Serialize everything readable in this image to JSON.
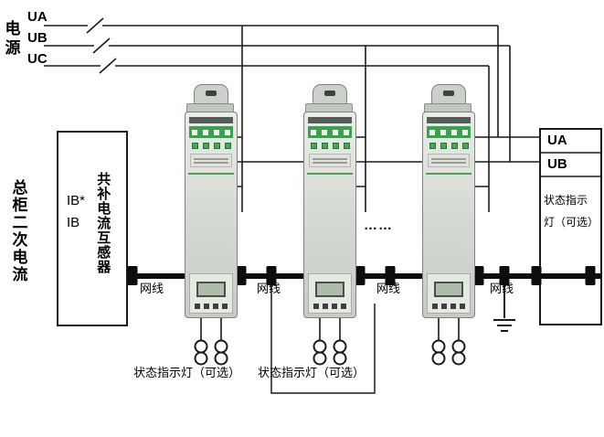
{
  "power": {
    "title": "电源",
    "phases": [
      "UA",
      "UB",
      "UC"
    ]
  },
  "cabinet_label": "总柜二次电流",
  "ct_box": {
    "input1": "IB*",
    "input2": "IB",
    "title": "共补电流互感器"
  },
  "bus": {
    "labels": [
      "网线",
      "网线",
      "网线",
      "网线"
    ]
  },
  "ellipsis": "……",
  "status_labels": [
    "状态指示灯（可选）",
    "状态指示灯（可选）"
  ],
  "right_box": {
    "phase1": "UA",
    "phase2": "UB",
    "status_line1": "状态指示",
    "status_line2": "灯（可选）"
  },
  "colors": {
    "wire": "#1a1a1a",
    "module_green": "#3e9e52",
    "module_body": "#d4d8d2"
  }
}
